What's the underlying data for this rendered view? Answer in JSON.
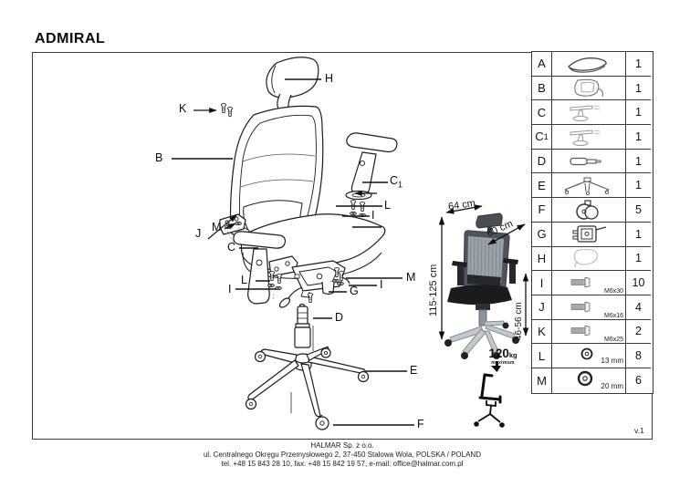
{
  "title": "ADMIRAL",
  "version": "v.1",
  "diagram": {
    "callouts": {
      "h": "H",
      "k": "K",
      "b": "B",
      "c1_base": "C",
      "c1_sub": "1",
      "l_right": "L",
      "i_right": "I",
      "m_left": "M",
      "j": "J",
      "c": "C",
      "l_mid": "L",
      "i_mid": "I",
      "m_right": "M",
      "i_right2": "I",
      "g": "G",
      "d": "D",
      "e": "E",
      "f": "F"
    }
  },
  "dimensions": {
    "width": "64 cm",
    "depth": "60 cm",
    "height": "115-125 cm",
    "seat_height": "46-56 cm",
    "max_load_value": "120",
    "max_load_unit": "kg",
    "max_load_note": "maximum"
  },
  "parts_table": {
    "rows": [
      {
        "id": "A",
        "qty": "1",
        "icon": "seat-icon"
      },
      {
        "id": "B",
        "qty": "1",
        "icon": "backrest-icon"
      },
      {
        "id": "C",
        "qty": "1",
        "icon": "armrest-icon"
      },
      {
        "id": "C",
        "sub": "1",
        "qty": "1",
        "icon": "armrest-adjustable-icon"
      },
      {
        "id": "D",
        "qty": "1",
        "icon": "gas-lift-icon"
      },
      {
        "id": "E",
        "qty": "1",
        "icon": "base-icon"
      },
      {
        "id": "F",
        "qty": "5",
        "icon": "caster-icon"
      },
      {
        "id": "G",
        "qty": "1",
        "icon": "mechanism-icon"
      },
      {
        "id": "H",
        "qty": "1",
        "icon": "headrest-icon"
      },
      {
        "id": "I",
        "label": "M6x30",
        "qty": "10",
        "icon": "bolt-icon"
      },
      {
        "id": "J",
        "label": "M6x16",
        "qty": "4",
        "icon": "bolt-icon"
      },
      {
        "id": "K",
        "label": "M6x25",
        "qty": "2",
        "icon": "bolt-icon"
      },
      {
        "id": "L",
        "label": "13 mm",
        "qty": "8",
        "icon": "washer-small-icon"
      },
      {
        "id": "M",
        "label": "20 mm",
        "qty": "6",
        "icon": "washer-large-icon"
      }
    ]
  },
  "footer": {
    "line1": "HALMAR Sp. z o.o.",
    "line2": "ul. Centralnego Okręgu Przemysłowego 2, 37-450 Stalowa Wola, POLSKA / POLAND",
    "line3": "tel. +48 15 843 28 10, fax: +48 15 842 19 57, e-mail: office@halmar.com.pl"
  }
}
